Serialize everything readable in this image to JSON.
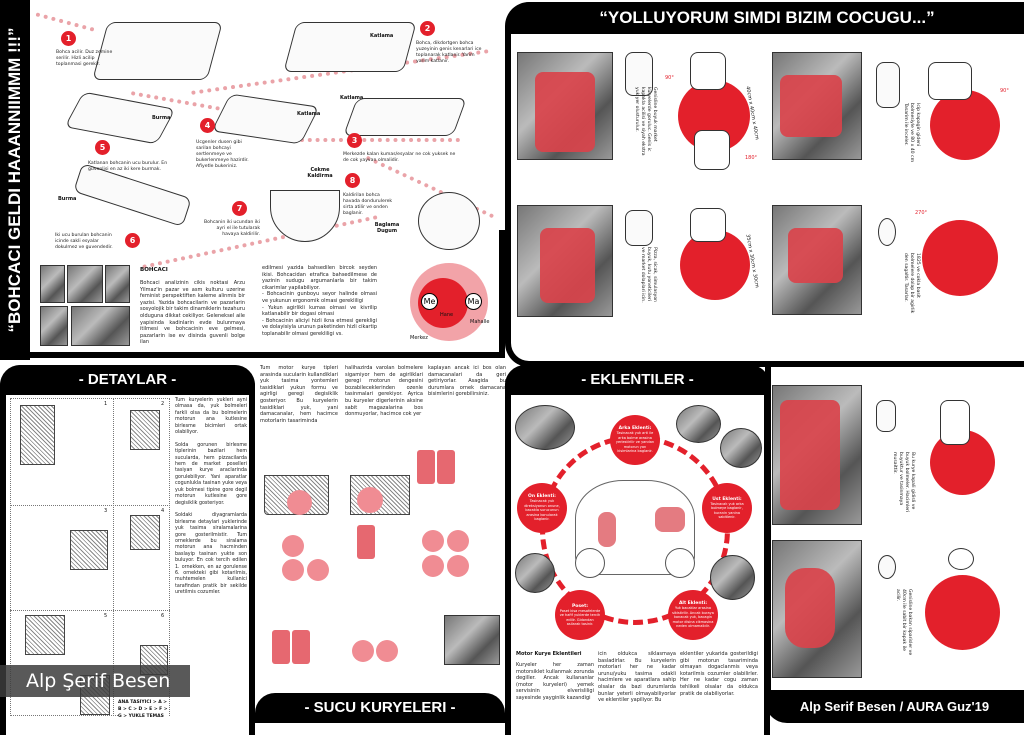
{
  "left_title": "“BOHCACI GELDI HAAANNIIMMM !!!”",
  "steps": [
    {
      "n": "1",
      "text": "Bohca acilir. Duz zemine serilir. Hizli acilip toplanmasi gerekir."
    },
    {
      "n": "2",
      "text": "Bohca, dikdortgen bohca yuzeyinin genis kenarlari ice toplanarak katlanir. Yarim yarim katlanir."
    },
    {
      "n": "3",
      "text": "Merkezde kalan kumas/esyalar ne cok yuksek ne de cok yayvan olmalidir."
    },
    {
      "n": "4",
      "text": "Ucgenler dusen gibi sarilan bohcayi sertlenmeye ve bukerlenmeye hazirdir. Afiyetle bukeriniz."
    },
    {
      "n": "5",
      "text": "Katlanan bohcanin ucu burulur. En guvenlisi en az iki kere burmak."
    },
    {
      "n": "6",
      "text": "Iki ucu burulan bohcanin icinde sakli esyalar dokulmez ve guvendedir."
    },
    {
      "n": "7",
      "text": "Bohcanin iki ucundan iki ayri el ile tutularak havaya kaldirilir."
    },
    {
      "n": "8",
      "text": "Kaldirilan bohca havada dondurulerek sirta atilir ve onden baglanir."
    }
  ],
  "labels": {
    "katlama1": "Katlama",
    "katlama2": "Katlama",
    "katlama3": "Katlama",
    "burma1": "Burma",
    "burma2": "Burma",
    "cekme": "Cekme Kaldirma",
    "baglama": "Baglama Dugum"
  },
  "bohcaci": {
    "heading": "BOHCACI",
    "col1": "Bohcaci analizinin cikis noktasi Arzu Yilmaz'in pazar ve asm kulturu uzerine feminist perspektiften kaleme alinmis bir yazisi. Yazida bohcacilarin ve pazarlarin sosyolojik bir takim dinamiklerin tezahuru olduguna dikkat cekiliyor. Geleneksel aile yapisinda kadinlarin evde bulunmaya itilmesi ve bohcacinin eve gelmesi, pazarlarin ise ev disinda guvenli bolge ilan",
    "col2": "edilmesi yazida bahsedilen bircok seyden ikisi. Bohcacidan etrafica bahsedilmese de yazinin sudugu argumanlarla bir takim cikarimlar yapilabiliyor.\n- Bohcacinin gunboyu seyor halinde olmasi ve yukunun ergonomik olmasi gerekliligi\n- Yukun agirlikli kumas olmasi ve kivrilip katlanabilir bir dogasi olmasi\n- Bohcacinin aliciyi hizli ikna etmesi gerekligi ve dolayisiyla urunun paketinden hizli cikartip toplanabilir olmasi gerekliligi vs."
  },
  "venn": {
    "me": "Me",
    "ma": "Ma",
    "hane": "Hane",
    "mahalle": "Mahalle",
    "merkez": "Merkez"
  },
  "top_right": {
    "title": "“YOLLUYORUM SIMDI BIZIM COCUGU...”",
    "texts": [
      "Genisline buyuk market kuryelerde goruluc. Genis ic kapakla acilisi ve siyah ekstra yuk yer olusturulur.",
      "Pizza, sicak, simulasyon buyuk, kutu yoneticileri ve market dolaplari icin.",
      "Icip kapagin gideni bolmesiyle ve 80 x 40 cm Tasarim ile inceler.",
      "1825 ve cokla basit bolmelere dolap bir agirlik den sagaltir. Tasarlar."
    ],
    "dims": [
      "40cm x 40cm x 40cm",
      "35cm x 30cm x 30cm"
    ],
    "angles": [
      "90°",
      "180°",
      "90°",
      "270°"
    ]
  },
  "detaylar": {
    "title": "- DETAYLAR -",
    "text": "Tum kuryelerin yukleri ayni olmasa da, yuk bolmeleri farkli olsa da bu bolmelerin motorun ana kutlesine birlesme bicimleri ortak olabiliyor.\n\nSolda gorunen birlesme tiplerinin bazilari hem sucularda, hem pizzacilarda hem de market poselleri tasiyan kurye araclarinda gorulebiliyor. Yani aparatlar cogunlukla tasinan yuke veya yuk bolmesi tipine gore degil motorun kutlesine gore degisiklik gosteriyor.\n\nSoldaki diyagramlarda birlesme detaylari yuklerinde yuk tasima siralamalarina gore gosterilmistir. Tum orneklerde bu siralama motorun ana hacminden baslayip tasinan yukte son buluyor. En cok tercih edilen 1. ornekken, en az gorulense 6. ornekteki gibi kotarilmis, muhtemelen kullanici tarafindan pratik bir sekilde uretilmis cozumler.",
    "legend": [
      "ANA TASIYICI > A >",
      "B > C > D > E > F >",
      "G > YUKLE TEMAS"
    ],
    "nums": [
      "1",
      "2",
      "3",
      "4",
      "5",
      "6"
    ]
  },
  "sucu": {
    "title": "- SUCU KURYELERI -",
    "col1": "Tum motor kurye tipleri arasinda sucularin kullandiklari yuk tasima yontemleri tasidiklari yukun formu ve agirligi geregi degisiklik gosteriyor. Bu kuryelerin tasidiklari yuk, yani damacanalar, hem hacimce motorlarin tasariminda",
    "col2": "halihazirda varolan bolmelere sigamiyor hem de agirliklari geregi motorun dengesini bozabileceklerinden ozenle tasinmalari gerekiyor. Ayrica bu kuryeler digerlerinin aksine sabit magazalarina bos donmuyorlar, hacimce cok yer",
    "col3": "kaplayan ancak ici bos olan damacanalari da geri getiriyorlar. Asagida bu durumlara ornek damacana bisimlerini gorebilirsiniz."
  },
  "eklentiler": {
    "title": "- EKLENTILER -",
    "nodes": [
      {
        "title": "Arka Eklenti:",
        "text": "Tasinacak yuk arti ile arka bolme arasina yerlestirilir ve yandan motorun yan kisimlarina baglanir."
      },
      {
        "title": "On Eklenti:",
        "text": "Tasinacak yuk direksiyonun onune, bacakla surucunun arasina konularak baglanir."
      },
      {
        "title": "Ust Eklenti:",
        "text": "Tasinacak yuk arka bolmeye baglanir, kuranin yanina sabitlenir."
      },
      {
        "title": "Poset:",
        "text": "Poset kisa mesafelerde ve hafif yuklerde tercih edilir. Gidondan asilarak tasinir."
      },
      {
        "title": "Alt Eklenti:",
        "text": "Yuk bacaklar arasina sikistirilir. Ancak buraya konacak yuk, bacagin motor disina cikmasina neden olmamalidir."
      }
    ],
    "heading": "Motor Kurye Eklentileri",
    "col1": "Kuryeler her zaman motorsiklet kullanmak zorunda degiller. Ancak kullananlar (motor kuryeleri) yemek servisinin elverisliligi sayesinde yayginlik kazandigi",
    "col2": "icin oldukca siklasmaya basladirlar. Bu kuryelerin motorlari her ne kadar urunu/yuku tasima odakli hacimlere ve aparatlara sahip olsalar da bazi durumlarda bunlar yeterli olmayabiliyorlar ve eklentiler yapiliyor. Bu",
    "col3": "eklentiler yukarida gosterildigi gibi motorun tasariminda olmayan dogaclanmis veya kotarilmis cozumler olabilirler. Her ne kadar cogu zaman tehlikeli olsalar da oldukca pratik de olabiliyorlar."
  },
  "right": {
    "texts": [
      "Bu kurye kapali gidisli ve buyuk bolmeler. Hacimleri buyuktur ve tasinmaya musaittir.",
      "Genisline bakan siparisler ve 40cm ile sabit bir kapak ile acilir."
    ]
  },
  "watermark": "Alp Şerif Besen",
  "footer": "Alp Serif Besen / AURA Guz'19",
  "colors": {
    "red": "#e3202b",
    "pink": "#f2a3a8",
    "black": "#000000"
  }
}
